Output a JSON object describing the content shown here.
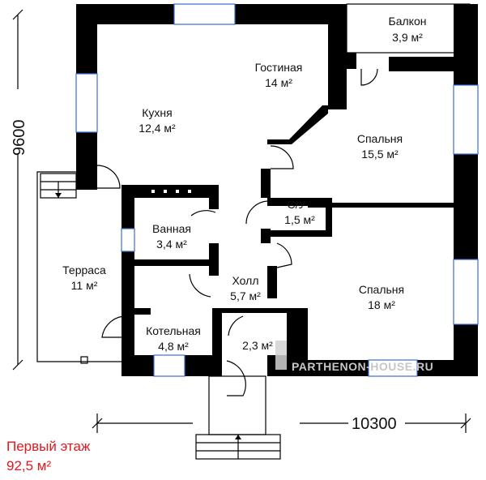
{
  "rooms": [
    {
      "key": "balkon",
      "name": "Балкон",
      "area": "3,9 м²"
    },
    {
      "key": "gostinaya",
      "name": "Гостиная",
      "area": "14 м²"
    },
    {
      "key": "kuhnya",
      "name": "Кухня",
      "area": "12,4 м²"
    },
    {
      "key": "spalnya1",
      "name": "Спальня",
      "area": "15,5 м²"
    },
    {
      "key": "su",
      "name": "С/У",
      "area": "1,5 м²"
    },
    {
      "key": "vannaya",
      "name": "Ванная",
      "area": "3,4 м²"
    },
    {
      "key": "terrasa",
      "name": "Терраса",
      "area": "11 м²"
    },
    {
      "key": "holl",
      "name": "Холл",
      "area": "5,7 м²"
    },
    {
      "key": "spalnya2",
      "name": "Спальня",
      "area": "18 м²"
    },
    {
      "key": "kotelnaya",
      "name": "Котельная",
      "area": "4,8 м²"
    },
    {
      "key": "tambur",
      "name": "",
      "area": "2,3 м²"
    }
  ],
  "dimensions": {
    "vertical": "9600",
    "horizontal": "10300"
  },
  "caption": {
    "title": "Первый этаж",
    "area": "92,5 м²",
    "color": "#e0191e"
  },
  "watermark": "PARTHENON-HOUSE.RU",
  "colors": {
    "wall": "#000000",
    "window": "#3a6fd8"
  }
}
